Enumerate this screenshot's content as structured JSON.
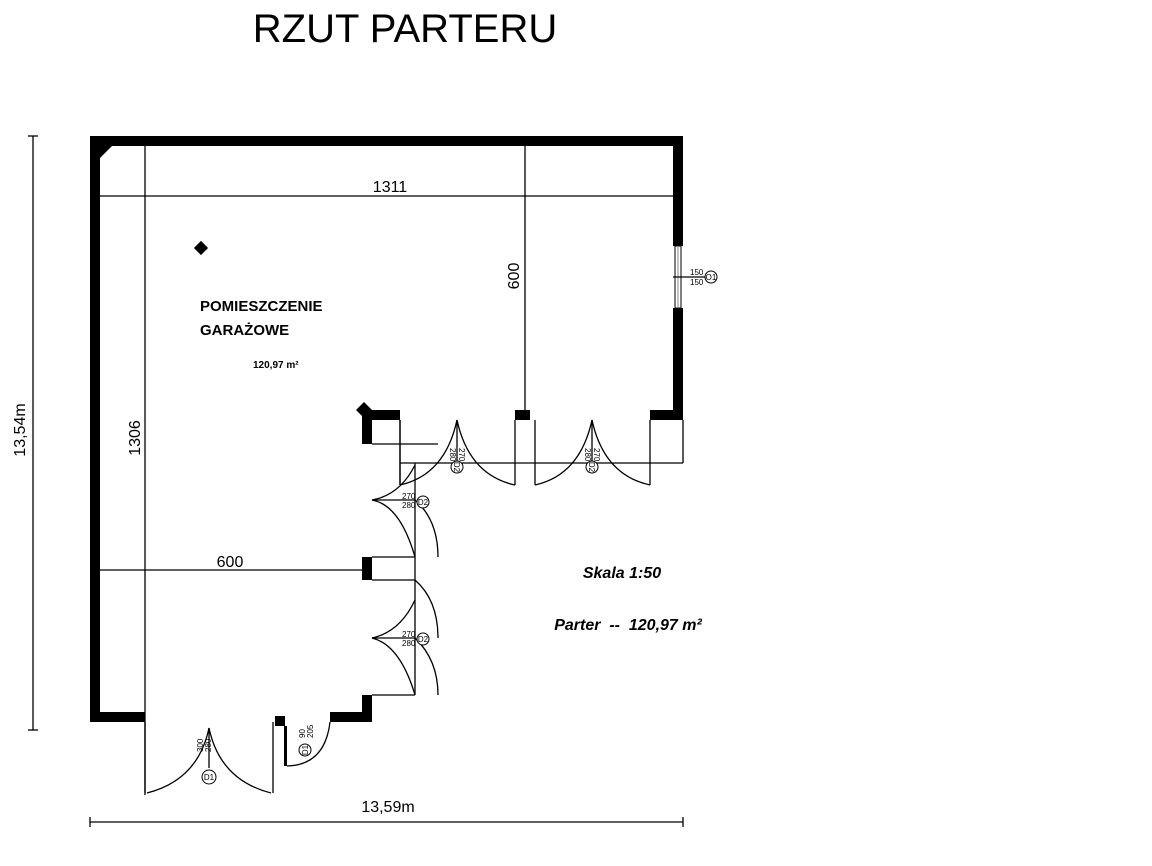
{
  "title": "RZUT PARTERU",
  "room": {
    "name_line1": "POMIESZCZENIE",
    "name_line2": "GARAŻOWE",
    "area": "120,97 m²"
  },
  "dimensions": {
    "top_inner": "1311",
    "left_inner": "1306",
    "upper_wing_depth": "600",
    "lower_wing_width": "600",
    "overall_height": "13,54m",
    "overall_width": "13,59m"
  },
  "window": {
    "id": "O1",
    "width": "150",
    "height": "150"
  },
  "doors": {
    "d2": {
      "id": "D2",
      "width": "270",
      "height": "280"
    },
    "d1_gate": {
      "id": "D1",
      "width": "300",
      "height": "280"
    },
    "d1_small": {
      "id": "D1",
      "width": "90",
      "height": "205"
    }
  },
  "scale": "Skala 1:50",
  "summary": "Parter  --  120,97 m²"
}
